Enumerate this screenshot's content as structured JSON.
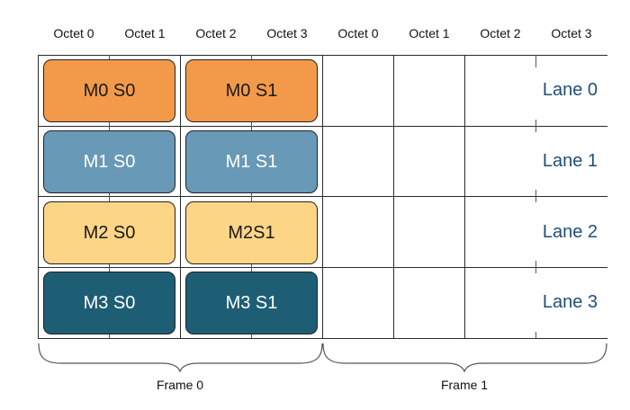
{
  "octet_headers": [
    "Octet 0",
    "Octet 1",
    "Octet 2",
    "Octet 3",
    "Octet 0",
    "Octet 1",
    "Octet 2",
    "Octet 3"
  ],
  "lanes": [
    {
      "label": "Lane 0",
      "blocks": [
        "M0 S0",
        "M0 S1"
      ],
      "color": "#f39a4a",
      "text_color": "#1a1a1a"
    },
    {
      "label": "Lane 1",
      "blocks": [
        "M1 S0",
        "M1 S1"
      ],
      "color": "#6899b6",
      "text_color": "#ffffff"
    },
    {
      "label": "Lane 2",
      "blocks": [
        "M2 S0",
        "M2S1"
      ],
      "color": "#fdd587",
      "text_color": "#1a1a1a"
    },
    {
      "label": "Lane 3",
      "blocks": [
        "M3 S0",
        "M3 S1"
      ],
      "color": "#1e5e75",
      "text_color": "#ffffff"
    }
  ],
  "frames": [
    "Frame 0",
    "Frame 1"
  ],
  "colors": {
    "grid_line": "#2b2b2b",
    "lane_label": "#1f4e79",
    "brace": "#555555"
  }
}
